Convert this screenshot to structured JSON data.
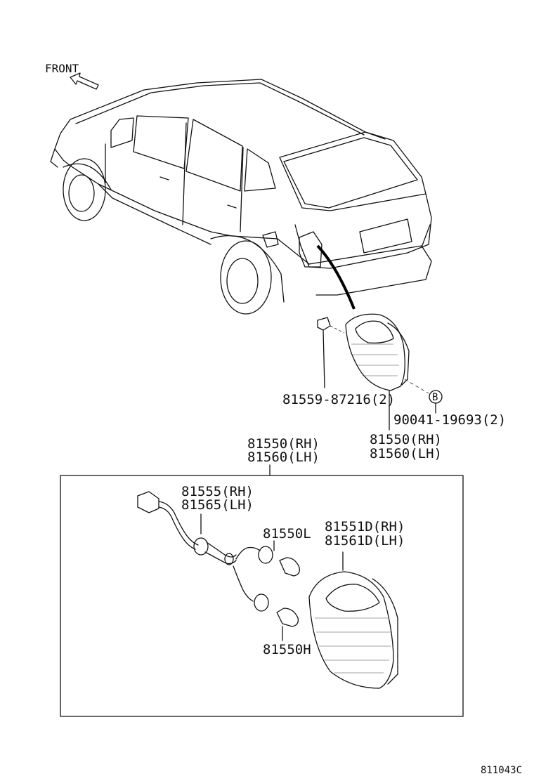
{
  "front_label": "FRONT",
  "callouts": {
    "upper_bolt": "81559-87216(2)",
    "upper_screw": "90041-19693(2)",
    "screw_marker": "B",
    "upper_lamp_rh": "81550(RH)",
    "upper_lamp_lh": "81560(LH)",
    "assembly_rh": "81550(RH)",
    "assembly_lh": "81560(LH)",
    "socket_rh": "81555(RH)",
    "socket_lh": "81565(LH)",
    "lens_rh": "81551D(RH)",
    "lens_lh": "81561D(LH)",
    "bulb_upper": "81550L",
    "bulb_lower": "81550H"
  },
  "diagram_id": "811043C"
}
